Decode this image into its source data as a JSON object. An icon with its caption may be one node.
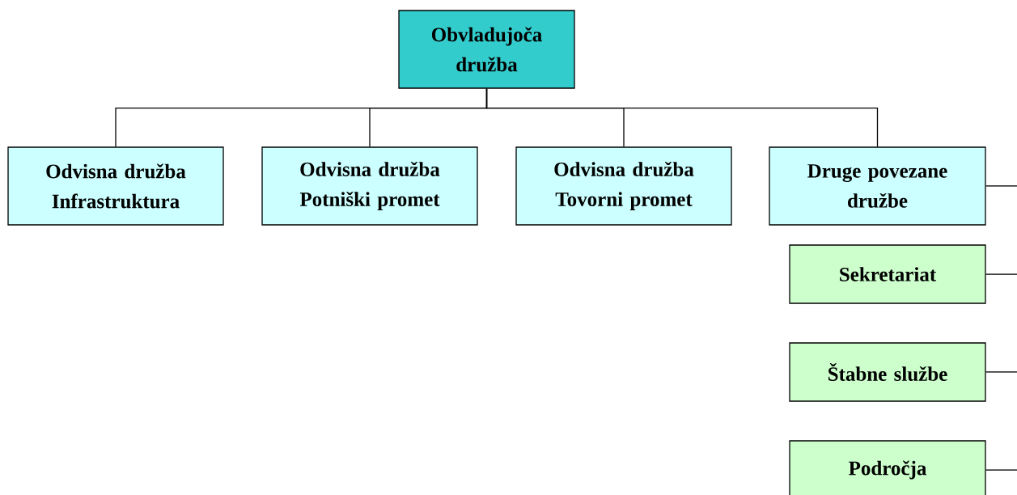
{
  "diagram": {
    "nodes": [
      {
        "text": [
          "Obvladujoča družba"
        ]
      },
      {
        "text": [
          "Odvisna družba Infrastruktura"
        ]
      },
      {
        "text": [
          "Odvisna družba Potniški promet"
        ]
      },
      {
        "text": [
          "Odvisna družba Tovorni promet"
        ]
      },
      {
        "text": [
          "Druge povezane družbe"
        ]
      },
      {
        "text": [
          "Sekretariat"
        ]
      },
      {
        "text": [
          "Štabne službe"
        ]
      },
      {
        "text": [
          "Področja"
        ]
      }
    ],
    "edges": [
      {
        "from": 0,
        "to": 1,
        "arrow": "none"
      },
      {
        "from": 0,
        "to": 2,
        "arrow": "none"
      },
      {
        "from": 0,
        "to": 3,
        "arrow": "none"
      },
      {
        "from": 0,
        "to": 4,
        "arrow": "none"
      },
      {
        "from": 4,
        "to": null,
        "arrow": "none"
      },
      {
        "from": 5,
        "to": null,
        "arrow": "none"
      },
      {
        "from": 6,
        "to": null,
        "arrow": "none"
      },
      {
        "from": 7,
        "to": null,
        "arrow": "none"
      }
    ]
  }
}
